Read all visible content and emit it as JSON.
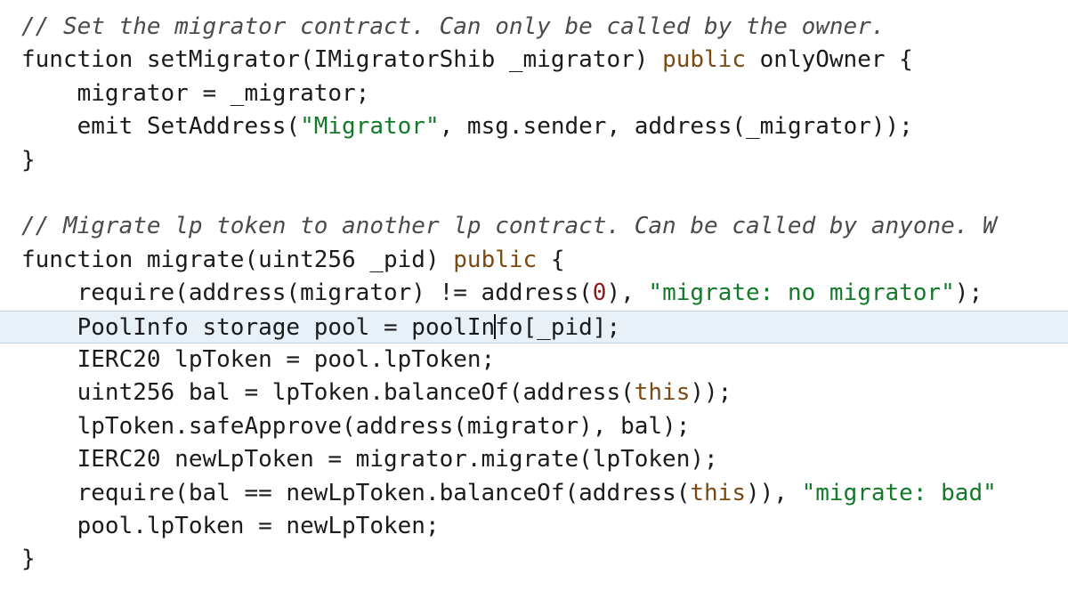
{
  "editor": {
    "colors": {
      "background": "#ffffff",
      "current_line": "#e8f0f8",
      "comment": "#4b4b4b",
      "modifier": "#7a4a12",
      "string": "#137a2a",
      "number": "#8a1c1c"
    },
    "lines": [
      {
        "segments": [
          {
            "t": "comment",
            "v": "// Set the migrator contract. Can only be called by the owner."
          }
        ]
      },
      {
        "segments": [
          {
            "t": "keyword",
            "v": "function"
          },
          {
            "t": "plain",
            "v": " setMigrator(IMigratorShib _migrator) "
          },
          {
            "t": "modifier",
            "v": "public"
          },
          {
            "t": "plain",
            "v": " onlyOwner {"
          }
        ]
      },
      {
        "segments": [
          {
            "t": "plain",
            "v": "    migrator = _migrator;"
          }
        ]
      },
      {
        "segments": [
          {
            "t": "plain",
            "v": "    emit SetAddress("
          },
          {
            "t": "string",
            "v": "\"Migrator\""
          },
          {
            "t": "plain",
            "v": ", msg.sender, address(_migrator));"
          }
        ]
      },
      {
        "segments": [
          {
            "t": "plain",
            "v": "}"
          }
        ]
      },
      {
        "segments": []
      },
      {
        "segments": [
          {
            "t": "comment",
            "v": "// Migrate lp token to another lp contract. Can be called by anyone. W"
          }
        ]
      },
      {
        "segments": [
          {
            "t": "keyword",
            "v": "function"
          },
          {
            "t": "plain",
            "v": " migrate(uint256 _pid) "
          },
          {
            "t": "modifier",
            "v": "public"
          },
          {
            "t": "plain",
            "v": " {"
          }
        ]
      },
      {
        "segments": [
          {
            "t": "plain",
            "v": "    require(address(migrator) != address("
          },
          {
            "t": "number",
            "v": "0"
          },
          {
            "t": "plain",
            "v": "), "
          },
          {
            "t": "string",
            "v": "\"migrate: no migrator\""
          },
          {
            "t": "plain",
            "v": ");"
          }
        ]
      },
      {
        "current": true,
        "segments": [
          {
            "t": "plain",
            "v": "    PoolInfo storage pool = poolIn"
          },
          {
            "t": "caret",
            "v": ""
          },
          {
            "t": "plain",
            "v": "fo[_pid];"
          }
        ]
      },
      {
        "segments": [
          {
            "t": "plain",
            "v": "    IERC20 lpToken = pool.lpToken;"
          }
        ]
      },
      {
        "segments": [
          {
            "t": "plain",
            "v": "    uint256 bal = lpToken.balanceOf(address("
          },
          {
            "t": "this",
            "v": "this"
          },
          {
            "t": "plain",
            "v": "));"
          }
        ]
      },
      {
        "segments": [
          {
            "t": "plain",
            "v": "    lpToken.safeApprove(address(migrator), bal);"
          }
        ]
      },
      {
        "segments": [
          {
            "t": "plain",
            "v": "    IERC20 newLpToken = migrator.migrate(lpToken);"
          }
        ]
      },
      {
        "segments": [
          {
            "t": "plain",
            "v": "    require(bal == newLpToken.balanceOf(address("
          },
          {
            "t": "this",
            "v": "this"
          },
          {
            "t": "plain",
            "v": ")), "
          },
          {
            "t": "string",
            "v": "\"migrate: bad\""
          }
        ]
      },
      {
        "segments": [
          {
            "t": "plain",
            "v": "    pool.lpToken = newLpToken;"
          }
        ]
      },
      {
        "segments": [
          {
            "t": "plain",
            "v": "}"
          }
        ]
      }
    ]
  }
}
